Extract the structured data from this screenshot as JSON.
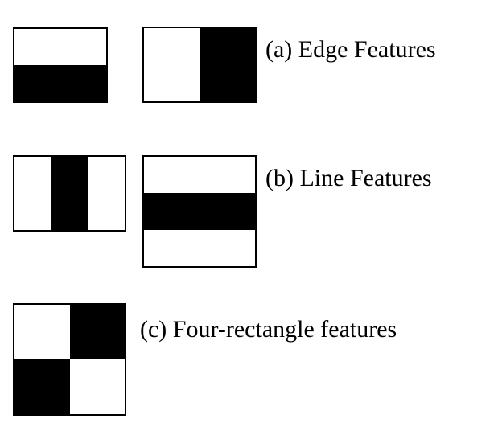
{
  "captions": {
    "edge": "(a) Edge Features",
    "line": "(b) Line Features",
    "four": "(c) Four-rectangle features"
  },
  "colors": {
    "fill": "#000000",
    "background": "#ffffff",
    "border": "#000000"
  }
}
